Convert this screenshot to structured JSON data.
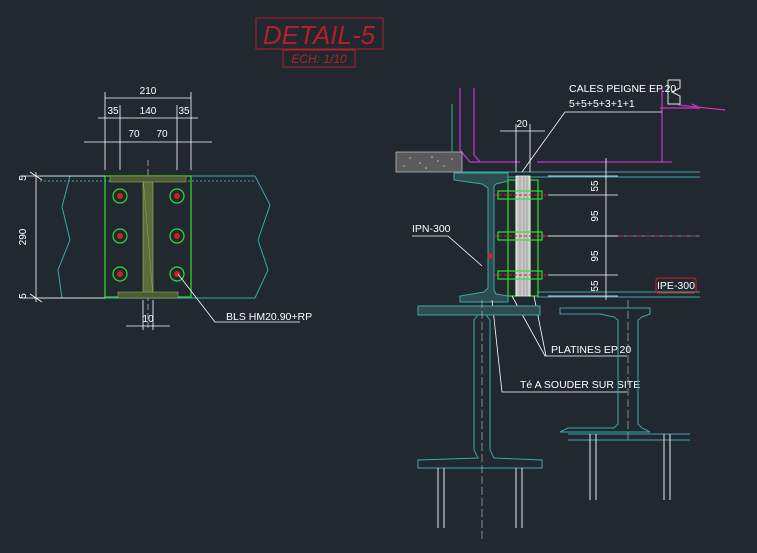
{
  "title": {
    "detail": "DETAIL-5",
    "scale": "ECH: 1/10"
  },
  "left_view": {
    "dims_top": [
      "210",
      "35",
      "140",
      "35",
      "70",
      "70"
    ],
    "dims_left": [
      "5",
      "290",
      "5"
    ],
    "dim_bottom": "10",
    "bolt_label": "BLS HM20.90+RP"
  },
  "right_view": {
    "dim_top": "20",
    "dims_right": [
      "55",
      "95",
      "95",
      "55"
    ],
    "shim_label": "CALES PEIGNE EP.20",
    "shim_stack": "5+5+5+3+1+1",
    "ipn_label": "IPN-300",
    "ipe_label": "IPE-300",
    "plates_label": "PLATINES EP.20",
    "tee_label": "Té A SOUDER SUR SITE"
  },
  "colors": {
    "background": "#212830",
    "title": "#b3202a",
    "steel": "#3aa7ab",
    "plate": "#2fe02f",
    "upper_frame": "#c532c5",
    "dimension": "#ffffff"
  }
}
